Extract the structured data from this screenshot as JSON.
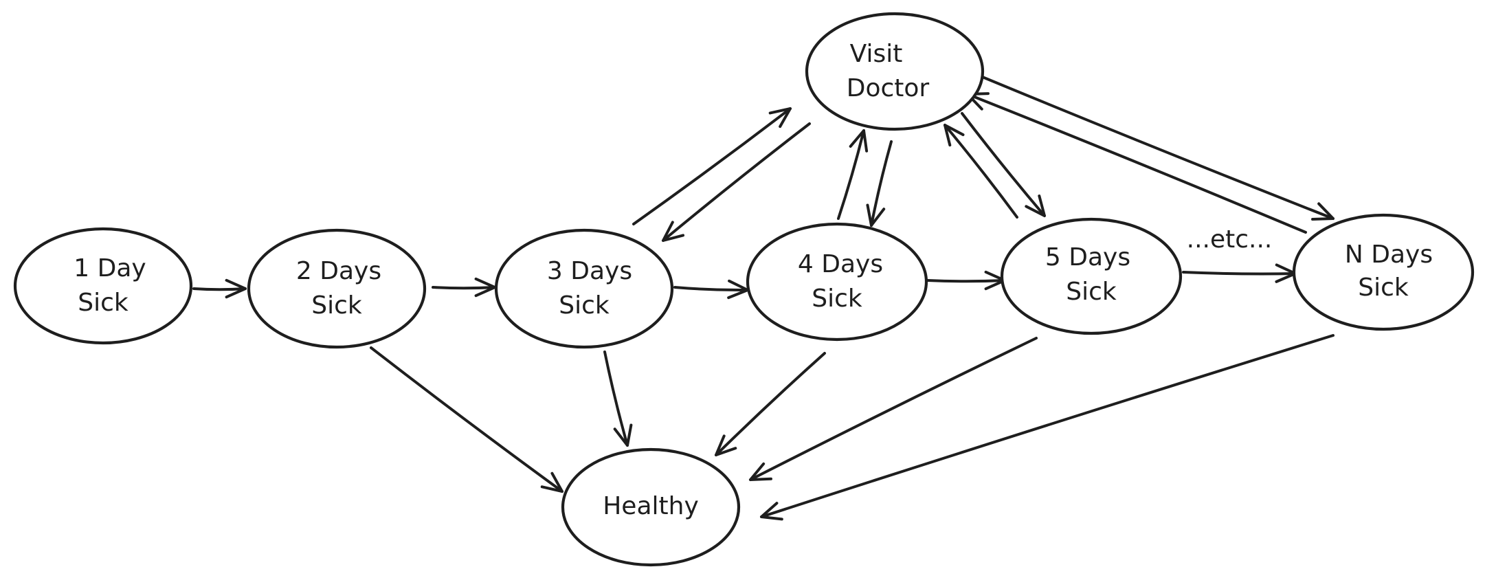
{
  "nodes": {
    "day1": {
      "line1": "1 Day",
      "line2": "Sick"
    },
    "day2": {
      "line1": "2 Days",
      "line2": "Sick"
    },
    "day3": {
      "line1": "3 Days",
      "line2": "Sick"
    },
    "day4": {
      "line1": "4 Days",
      "line2": "Sick"
    },
    "day5": {
      "line1": "5 Days",
      "line2": "Sick"
    },
    "dayN": {
      "line1": "N Days",
      "line2": "Sick"
    },
    "doctor": {
      "line1": "Visit",
      "line2": "Doctor"
    },
    "healthy": {
      "line1": "Healthy"
    }
  },
  "edges": [
    {
      "from": "day1",
      "to": "day2",
      "label": ""
    },
    {
      "from": "day2",
      "to": "day3",
      "label": ""
    },
    {
      "from": "day3",
      "to": "day4",
      "label": ""
    },
    {
      "from": "day4",
      "to": "day5",
      "label": ""
    },
    {
      "from": "day5",
      "to": "dayN",
      "label": "...etc..."
    },
    {
      "from": "day3",
      "to": "doctor",
      "label": ""
    },
    {
      "from": "doctor",
      "to": "day3",
      "label": ""
    },
    {
      "from": "day4",
      "to": "doctor",
      "label": ""
    },
    {
      "from": "doctor",
      "to": "day4",
      "label": ""
    },
    {
      "from": "day5",
      "to": "doctor",
      "label": ""
    },
    {
      "from": "doctor",
      "to": "day5",
      "label": ""
    },
    {
      "from": "dayN",
      "to": "doctor",
      "label": ""
    },
    {
      "from": "doctor",
      "to": "dayN",
      "label": ""
    },
    {
      "from": "day2",
      "to": "healthy",
      "label": ""
    },
    {
      "from": "day3",
      "to": "healthy",
      "label": ""
    },
    {
      "from": "day4",
      "to": "healthy",
      "label": ""
    },
    {
      "from": "day5",
      "to": "healthy",
      "label": ""
    },
    {
      "from": "dayN",
      "to": "healthy",
      "label": ""
    }
  ]
}
